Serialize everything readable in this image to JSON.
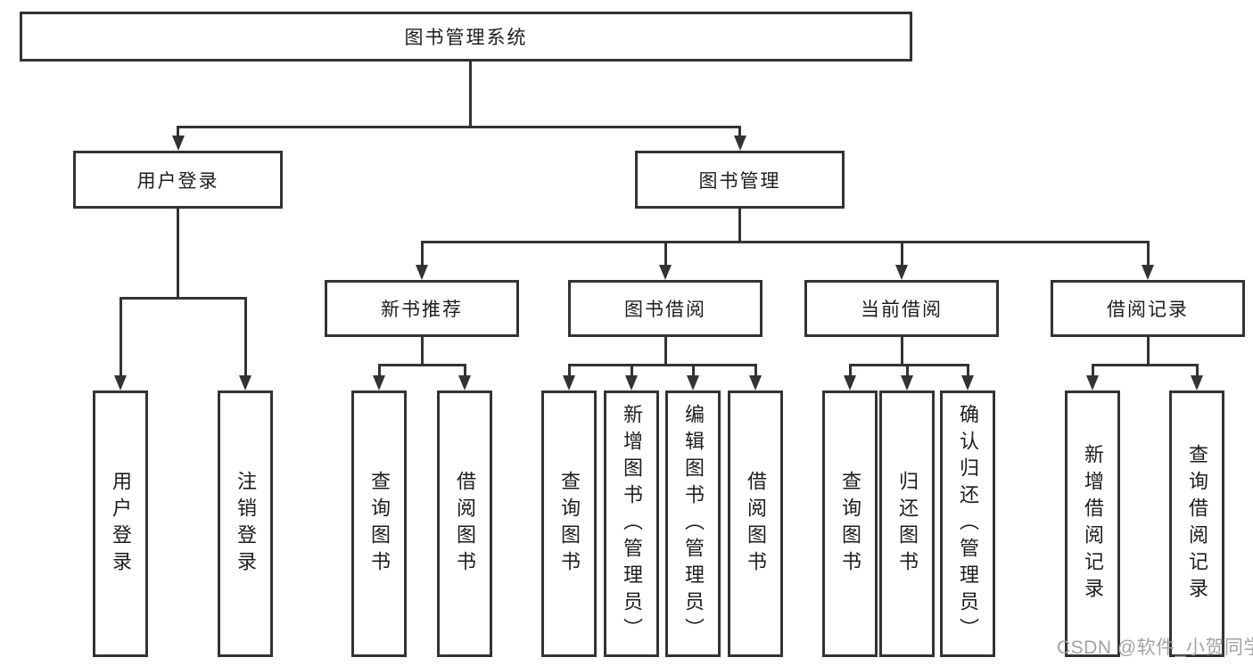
{
  "diagram": {
    "watermark": "CSDN @软件_小贺同学",
    "colors": {
      "line": "#333333",
      "text": "#1d1d1d",
      "box_background": "#ffffff",
      "watermark": "#a3a3a3",
      "background": "#ffffff"
    },
    "root": {
      "label": "图书管理系统"
    },
    "branches": [
      {
        "label": "用户登录",
        "children": [
          {
            "label": "用户登录"
          },
          {
            "label": "注销登录"
          }
        ]
      },
      {
        "label": "图书管理",
        "children": [
          {
            "label": "新书推荐",
            "children": [
              {
                "label": "查询图书"
              },
              {
                "label": "借阅图书"
              }
            ]
          },
          {
            "label": "图书借阅",
            "children": [
              {
                "label": "查询图书"
              },
              {
                "label": "新增图书（管理员）"
              },
              {
                "label": "编辑图书（管理员）"
              },
              {
                "label": "借阅图书"
              }
            ]
          },
          {
            "label": "当前借阅",
            "children": [
              {
                "label": "查询图书"
              },
              {
                "label": "归还图书"
              },
              {
                "label": "确认归还（管理员）"
              }
            ]
          },
          {
            "label": "借阅记录",
            "children": [
              {
                "label": "新增借阅记录"
              },
              {
                "label": "查询借阅记录"
              }
            ]
          }
        ]
      }
    ]
  }
}
